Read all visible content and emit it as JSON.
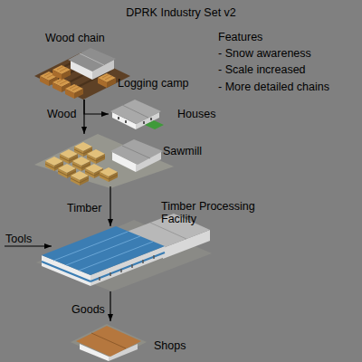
{
  "diagram": {
    "title": "DPRK Industry Set v2",
    "nodes": [
      {
        "text": [
          "Logging camp"
        ]
      },
      {
        "text": [
          "Houses"
        ]
      },
      {
        "text": [
          "Sawmill"
        ]
      },
      {
        "text": [
          "Timber Processing Facility"
        ]
      },
      {
        "text": [
          "Shops"
        ]
      }
    ],
    "edges": [
      {
        "from": 0,
        "to": 1,
        "arrow": "to"
      },
      {
        "from": 0,
        "to": 2,
        "arrow": "to",
        "label": "Wood"
      },
      {
        "from": 2,
        "to": 3,
        "arrow": "to",
        "label": "Timber"
      },
      {
        "from": 3,
        "to": 4,
        "arrow": "to",
        "label": "Goods"
      }
    ],
    "labels": [
      "Wood chain",
      "Features",
      "- Snow awareness",
      "- Scale increased",
      "- More detailed chains",
      "Tools"
    ]
  }
}
